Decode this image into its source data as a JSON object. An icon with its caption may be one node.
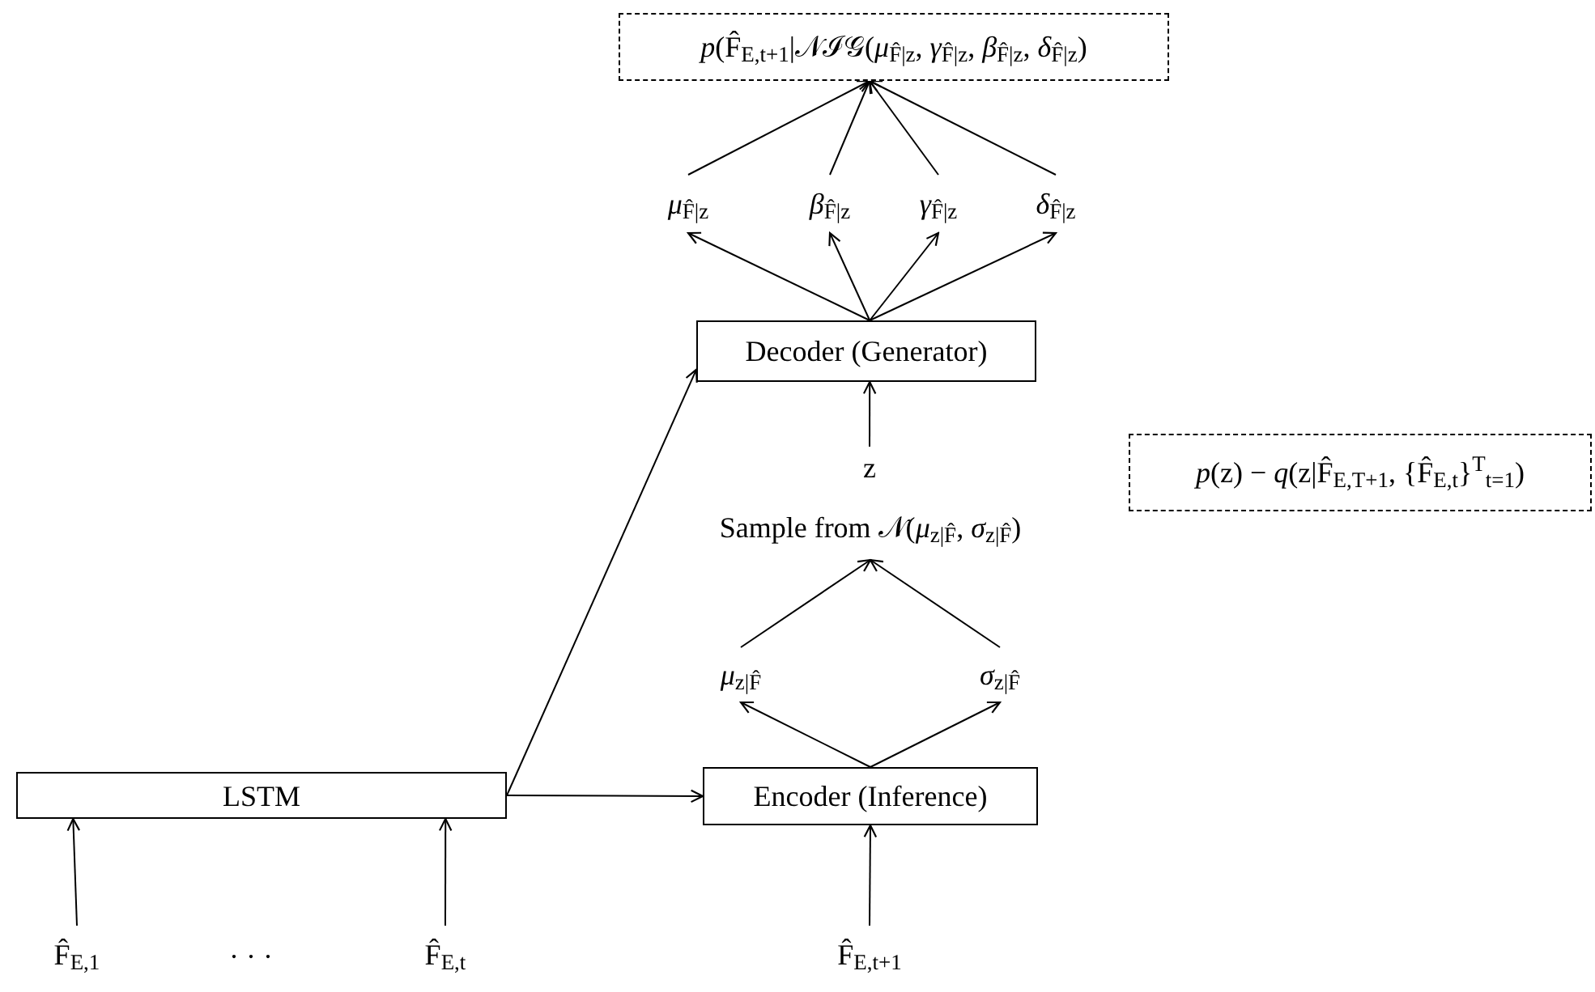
{
  "diagram": {
    "nodes": [
      {
        "text": [
          "*p*(F̂$_{E,t+1}$|𝒩ℐ𝒢(*μ*$_{F̂|z}$, *γ*$_{F̂|z}$, *β*$_{F̂|z}$, *δ*$_{F̂|z}$)"
        ]
      },
      {
        "text": [
          "*μ*$_{F̂|z}$"
        ]
      },
      {
        "text": [
          "*β*$_{F̂|z}$"
        ]
      },
      {
        "text": [
          "*γ*$_{F̂|z}$"
        ]
      },
      {
        "text": [
          "*δ*$_{F̂|z}$"
        ]
      },
      {
        "text": [
          "Decoder (Generator)"
        ]
      },
      {
        "text": [
          "z"
        ]
      },
      {
        "text": [
          "*p*(z) − *q*(z|F̂$_{E,T+1}$, {F̂$_{E,t}$}$^{T}$$_{t=1}$)"
        ]
      },
      {
        "text": [
          "Sample from 𝒩(*μ*$_{z|F̂}$, *σ*$_{z|F̂}$)"
        ]
      },
      {
        "text": [
          "*μ*$_{z|F̂}$"
        ]
      },
      {
        "text": [
          "*σ*$_{z|F̂}$"
        ]
      },
      {
        "text": [
          "LSTM"
        ]
      },
      {
        "text": [
          "Encoder (Inference)"
        ]
      },
      {
        "text": [
          "F̂$_{E,1}$"
        ]
      },
      {
        "text": [
          "F̂$_{E,t}$"
        ]
      },
      {
        "text": [
          "F̂$_{E,t+1}$"
        ]
      }
    ],
    "edges": [
      {
        "from": 1,
        "to": 0,
        "arrow": "to"
      },
      {
        "from": 2,
        "to": 0,
        "arrow": "to"
      },
      {
        "from": 3,
        "to": 0,
        "arrow": "to"
      },
      {
        "from": 4,
        "to": 0,
        "arrow": "to"
      },
      {
        "from": 5,
        "to": 1,
        "arrow": "to"
      },
      {
        "from": 5,
        "to": 2,
        "arrow": "to"
      },
      {
        "from": 5,
        "to": 3,
        "arrow": "to"
      },
      {
        "from": 5,
        "to": 4,
        "arrow": "to"
      },
      {
        "from": 6,
        "to": 5,
        "arrow": "to"
      },
      {
        "from": 9,
        "to": 8,
        "arrow": "to"
      },
      {
        "from": 10,
        "to": 8,
        "arrow": "to"
      },
      {
        "from": 12,
        "to": 9,
        "arrow": "to"
      },
      {
        "from": 12,
        "to": 10,
        "arrow": "to"
      },
      {
        "from": 11,
        "to": 5,
        "arrow": "to"
      },
      {
        "from": 11,
        "to": 12,
        "arrow": "to"
      },
      {
        "from": 13,
        "to": 11,
        "arrow": "to"
      },
      {
        "from": 14,
        "to": 11,
        "arrow": "to"
      },
      {
        "from": 15,
        "to": 12,
        "arrow": "to"
      }
    ],
    "labels": [
      "· · ·"
    ]
  }
}
